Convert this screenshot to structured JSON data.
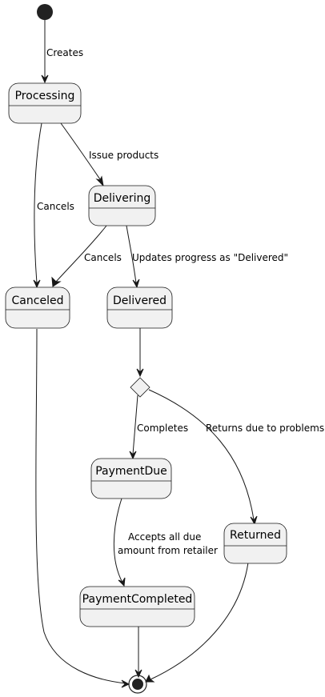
{
  "diagram": {
    "states": {
      "processing": "Processing",
      "delivering": "Delivering",
      "canceled": "Canceled",
      "delivered": "Delivered",
      "payment_due": "PaymentDue",
      "returned": "Returned",
      "payment_completed": "PaymentCompleted"
    },
    "transitions": {
      "creates": "Creates",
      "issue_products": "Issue products",
      "cancels_from_processing": "Cancels",
      "cancels_from_delivering": "Cancels",
      "updates_progress": "Updates progress as \"Delivered\"",
      "completes": "Completes",
      "returns": "Returns due to problems",
      "accepts_line1": "Accepts all due",
      "accepts_line2": "amount from retailer"
    }
  }
}
